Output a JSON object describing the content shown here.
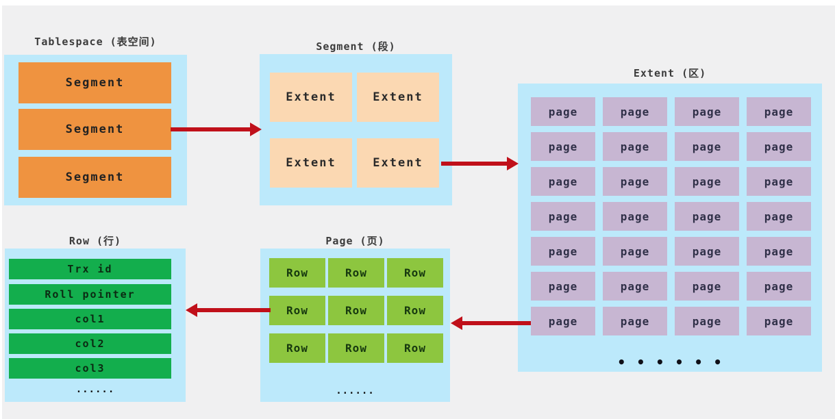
{
  "diagram": {
    "tablespace": {
      "title": "Tablespace (表空间)",
      "segments": [
        "Segment",
        "Segment",
        "Segment"
      ]
    },
    "segment": {
      "title": "Segment (段)",
      "extents": [
        "Extent",
        "Extent",
        "Extent",
        "Extent"
      ]
    },
    "extent": {
      "title": "Extent (区)",
      "cell_label": "page",
      "cell_count": 28,
      "ellipsis": "• • • • • •"
    },
    "page": {
      "title": "Page (页)",
      "cell_label": "Row",
      "cell_count": 9,
      "ellipsis": "......"
    },
    "row": {
      "title": "Row (行)",
      "fields": [
        "Trx id",
        "Roll pointer",
        "col1",
        "col2",
        "col3"
      ],
      "ellipsis": "......"
    },
    "arrows": [
      {
        "from": "tablespace-segment",
        "to": "segment-panel",
        "direction": "right"
      },
      {
        "from": "segment-extent",
        "to": "extent-panel",
        "direction": "right"
      },
      {
        "from": "extent-page",
        "to": "page-panel",
        "direction": "left"
      },
      {
        "from": "page-row",
        "to": "row-panel",
        "direction": "left"
      }
    ]
  },
  "colors": {
    "background": "#f0f0f1",
    "panel_blue": "#bce9fb",
    "segment_orange": "#ef9340",
    "extent_peach": "#fbd8b2",
    "page_purple": "#c7b6d2",
    "row_green": "#13ae4d",
    "page_row_green": "#8dc63f",
    "arrow_red": "#c0101a",
    "title_text": "#3b3b3b"
  }
}
